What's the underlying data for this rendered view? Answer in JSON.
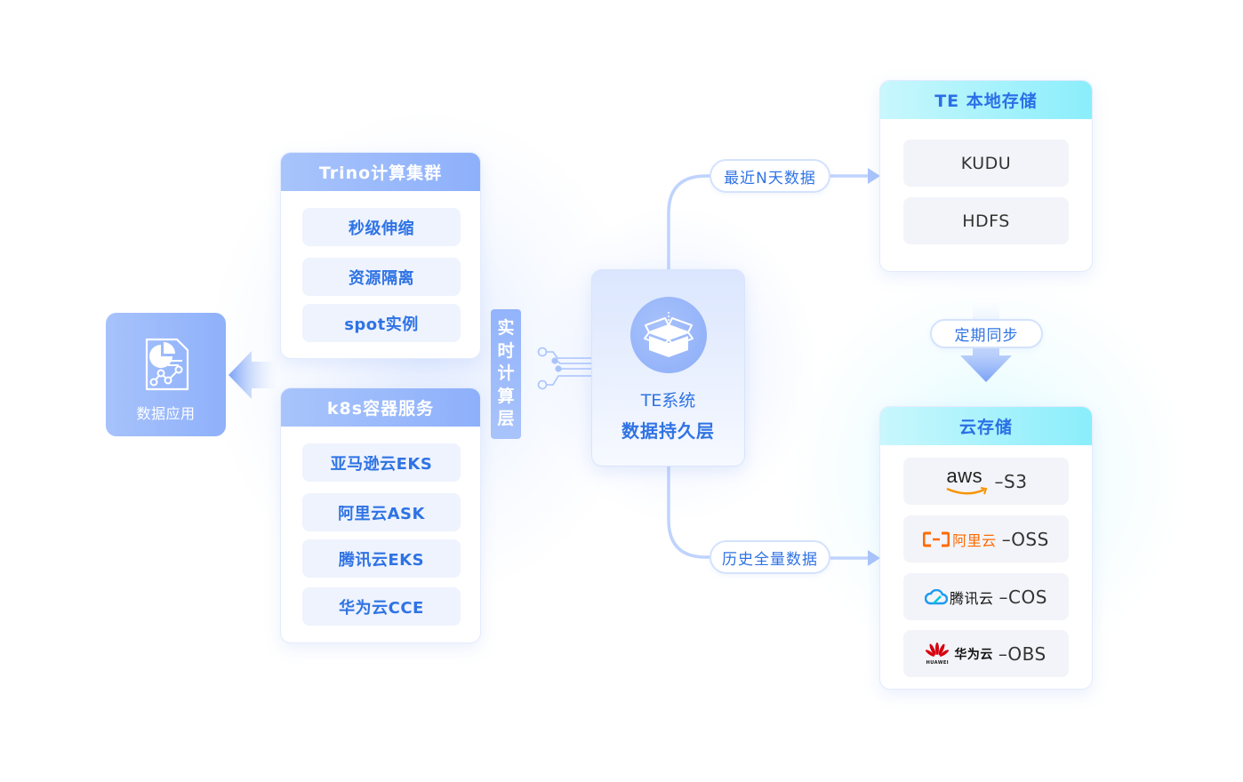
{
  "app_tile": {
    "label": "数据应用",
    "icon": "report-chart-icon"
  },
  "compute": {
    "trino": {
      "title": "Trino计算集群",
      "items": [
        "秒级伸缩",
        "资源隔离",
        "spot实例"
      ]
    },
    "k8s": {
      "title": "k8s容器服务",
      "items": [
        "亚马逊云EKS",
        "阿里云ASK",
        "腾讯云EKS",
        "华为云CCE"
      ]
    },
    "layer_label": [
      "实",
      "时",
      "计",
      "算",
      "层"
    ]
  },
  "core": {
    "title_line1": "TE系统",
    "title_line2": "数据持久层",
    "icon": "open-box-icon"
  },
  "flows": {
    "recent": "最近N天数据",
    "history": "历史全量数据",
    "sync": "定期同步"
  },
  "local_storage": {
    "title": "TE 本地存储",
    "items": [
      "KUDU",
      "HDFS"
    ]
  },
  "cloud_storage": {
    "title": "云存储",
    "providers": [
      {
        "logo": "aws",
        "logo_text": "aws",
        "suffix": "–S3"
      },
      {
        "logo": "aliyun",
        "logo_text": "阿里云",
        "suffix": "–OSS"
      },
      {
        "logo": "tencent-cloud",
        "logo_text": "腾讯云",
        "suffix": "–COS"
      },
      {
        "logo": "huawei-cloud",
        "logo_text": "华为云",
        "sub_text": "HUAWEI",
        "suffix": "–OBS"
      }
    ]
  },
  "colors": {
    "accent_blue": "#2f73e4",
    "tile_blue": "#94b4fb",
    "cyan_header": "#8aeefb",
    "aws_orange": "#f79400",
    "aliyun_orange": "#ff6a00",
    "tencent_blue": "#1e9bf0",
    "huawei_red": "#d7000f"
  }
}
